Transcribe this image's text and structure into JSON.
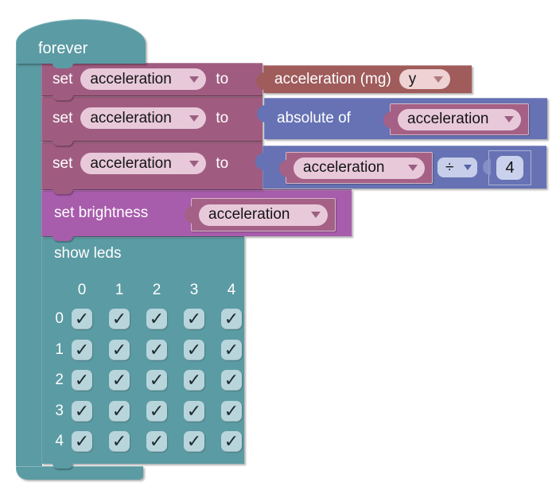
{
  "forever": {
    "label": "forever"
  },
  "set_rows": [
    {
      "set": "set",
      "variable": "acceleration",
      "to": "to",
      "value": {
        "kind": "input-acceleration",
        "label": "acceleration (mg)",
        "axis": "y"
      }
    },
    {
      "set": "set",
      "variable": "acceleration",
      "to": "to",
      "value": {
        "kind": "math-absolute",
        "label": "absolute of",
        "variable": "acceleration"
      }
    },
    {
      "set": "set",
      "variable": "acceleration",
      "to": "to",
      "value": {
        "kind": "math-division",
        "variable": "acceleration",
        "operator": "÷",
        "number": "4"
      }
    }
  ],
  "brightness": {
    "label": "set brightness",
    "variable": "acceleration"
  },
  "show_leds": {
    "label": "show leds",
    "columns": [
      "0",
      "1",
      "2",
      "3",
      "4"
    ],
    "rows": [
      "0",
      "1",
      "2",
      "3",
      "4"
    ],
    "check_glyph": "✓",
    "grid_checked": [
      [
        true,
        true,
        true,
        true,
        true
      ],
      [
        true,
        true,
        true,
        true,
        true
      ],
      [
        true,
        true,
        true,
        true,
        true
      ],
      [
        true,
        true,
        true,
        true,
        true
      ],
      [
        true,
        true,
        true,
        true,
        true
      ]
    ]
  },
  "colors": {
    "loop_teal": "#5B9BA3",
    "variables_mauve": "#A05C80",
    "input_rose": "#A05B5B",
    "math_blue": "#6672B4",
    "led_orchid": "#A85CAC",
    "field_pink": "#E8C9DA",
    "field_rose": "#EED2D4",
    "field_lavender": "#C7CEEA",
    "checkbox_bg": "#B9D5DC"
  }
}
